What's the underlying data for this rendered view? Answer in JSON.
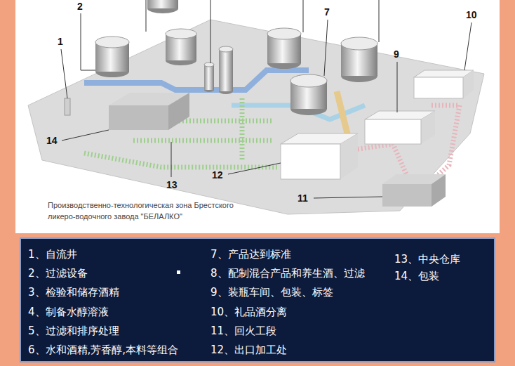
{
  "diagram": {
    "caption": "Производственно-технологическая зона Брестского ликеро-водочного завода \"БЕЛАЛКО\"",
    "labels": [
      "2",
      "7",
      "10",
      "1",
      "9",
      "14",
      "12",
      "13",
      "11",
      "1、自流井",
      "2、过滤设备",
      "3、检验和储存酒精",
      "4、制备水醇溶液",
      "5、过滤和排序处理",
      "6、水和酒精,芳香醇,本料等组合",
      "7、产品达到标准",
      "8、配制混合产品和养生酒、过滤",
      "9、装瓶车间、包装、标签",
      "10、礼品酒分离",
      "11、回火工段",
      "12、出口加工处",
      "13、中央仓库",
      "14、包装"
    ]
  }
}
